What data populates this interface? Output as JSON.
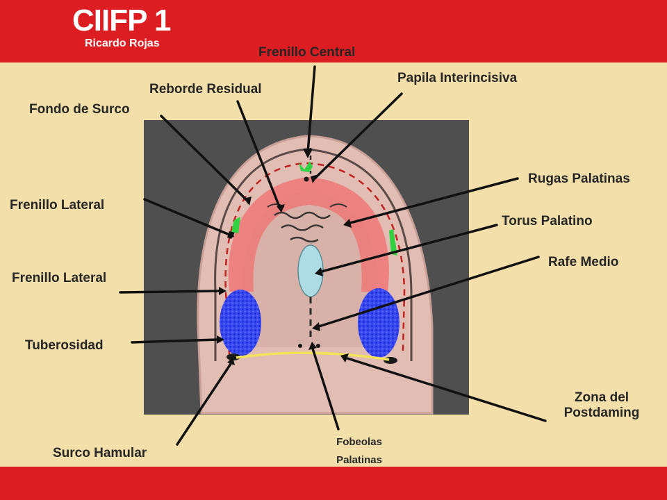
{
  "logo": {
    "main": "CIIFP 1",
    "sub": "Ricardo Rojas"
  },
  "labels": {
    "frenillo_central": "Frenillo Central",
    "papila_interincisiva": "Papila Interincisiva",
    "reborde_residual": "Reborde Residual",
    "fondo_de_surco": "Fondo de Surco",
    "rugas_palatinas": "Rugas Palatinas",
    "frenillo_lateral_1": "Frenillo Lateral",
    "torus_palatino": "Torus Palatino",
    "rafe_medio": "Rafe Medio",
    "frenillo_lateral_2": "Frenillo Lateral",
    "tuberosidad": "Tuberosidad",
    "zona_postdaming_line1": "Zona del",
    "zona_postdaming_line2": "Postdaming",
    "surco_hamular": "Surco Hamular",
    "fobeolas_line1": "Fobeolas",
    "fobeolas_line2": "Palatinas"
  },
  "colors": {
    "band_red": "#dc1e22",
    "background": "#f3dfaa",
    "photo_bg": "#4f4f4f",
    "cast_pink": "#dcb0a8",
    "ridge_red": "#ef7070",
    "tuberosity_blue": "#2030e0",
    "torus_blue": "#aedce4",
    "frenum_green": "#30d040",
    "postdam_yellow": "#f0e060"
  }
}
